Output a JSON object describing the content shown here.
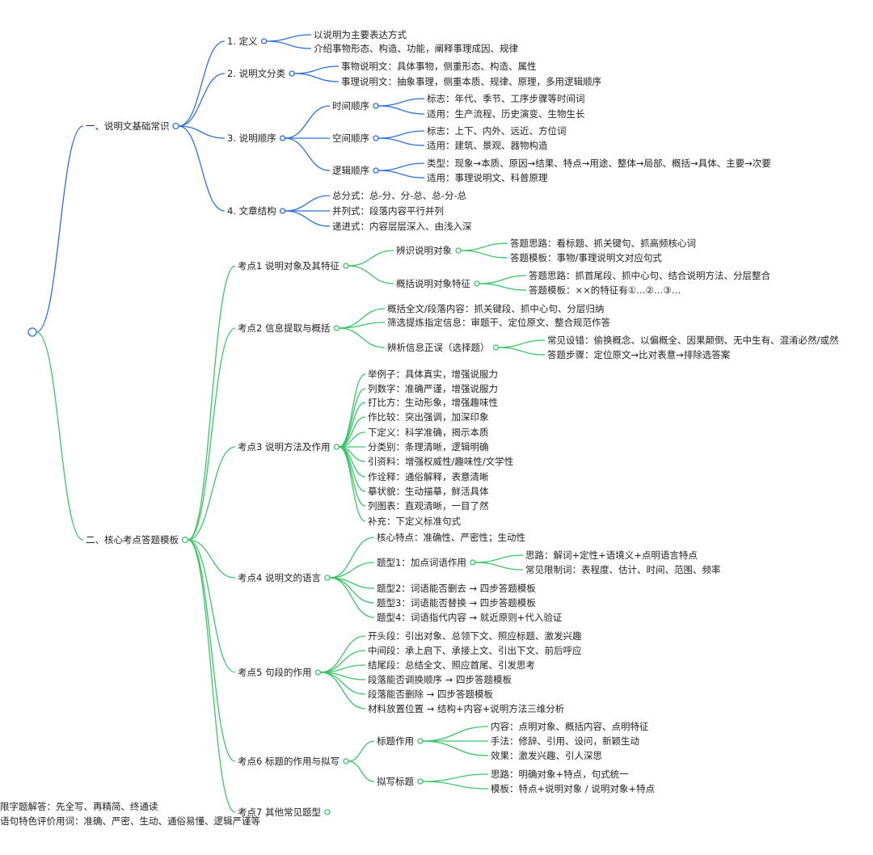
{
  "colors": {
    "blue": "#2f6fd8",
    "green": "#3cc468",
    "text": "#222222"
  },
  "mindmap": {
    "branches": [
      {
        "label": "一、说明文基础常识",
        "color": "blue",
        "children": [
          {
            "label": "1. 定义",
            "children": [
              {
                "label": "以说明为主要表达方式"
              },
              {
                "label": "介绍事物形态、构造、功能，阐释事理成因、规律"
              }
            ]
          },
          {
            "label": "2. 说明文分类",
            "children": [
              {
                "label": "事物说明文：具体事物，侧重形态、构造、属性"
              },
              {
                "label": "事理说明文：抽象事理，侧重本质、规律、原理，多用逻辑顺序"
              }
            ]
          },
          {
            "label": "3. 说明顺序",
            "children": [
              {
                "label": "时间顺序",
                "children": [
                  {
                    "label": "标志：年代、季节、工序步骤等时间词"
                  },
                  {
                    "label": "适用：生产流程、历史演变、生物生长"
                  }
                ]
              },
              {
                "label": "空间顺序",
                "children": [
                  {
                    "label": "标志：上下、内外、远近、方位词"
                  },
                  {
                    "label": "适用：建筑、景观、器物构造"
                  }
                ]
              },
              {
                "label": "逻辑顺序",
                "children": [
                  {
                    "label": "类型：现象→本质、原因→结果、特点→用途、整体→局部、概括→具体、主要→次要"
                  },
                  {
                    "label": "适用：事理说明文、科普原理"
                  }
                ]
              }
            ]
          },
          {
            "label": "4. 文章结构",
            "children": [
              {
                "label": "总分式：总-分、分-总、总-分-总"
              },
              {
                "label": "并列式：段落内容平行并列"
              },
              {
                "label": "递进式：内容层层深入、由浅入深"
              }
            ]
          }
        ]
      },
      {
        "label": "二、核心考点答题模板",
        "color": "green",
        "children": [
          {
            "label": "考点1 说明对象及其特征",
            "children": [
              {
                "label": "辨识说明对象",
                "children": [
                  {
                    "label": "答题思路：看标题、抓关键句、抓高频核心词"
                  },
                  {
                    "label": "答题模板：事物/事理说明文对应句式"
                  }
                ]
              },
              {
                "label": "概括说明对象特征",
                "children": [
                  {
                    "label": "答题思路：抓首尾段、抓中心句、结合说明方法、分层整合"
                  },
                  {
                    "label": "答题模板：××的特征有①…②…③…"
                  }
                ]
              }
            ]
          },
          {
            "label": "考点2 信息提取与概括",
            "children": [
              {
                "label": "概括全文/段落内容：抓关键段、抓中心句、分层归纳"
              },
              {
                "label": "筛选提炼指定信息：审题干、定位原文、整合规范作答"
              },
              {
                "label": "辨析信息正误（选择题）",
                "children": [
                  {
                    "label": "常见设错：偷换概念、以偏概全、因果颠倒、无中生有、混淆必然/或然"
                  },
                  {
                    "label": "答题步骤：定位原文→比对表意→排除选答案"
                  }
                ]
              }
            ]
          },
          {
            "label": "考点3 说明方法及作用",
            "children": [
              {
                "label": "举例子：具体真实，增强说服力"
              },
              {
                "label": "列数字：准确严谨，增强说服力"
              },
              {
                "label": "打比方：生动形象，增强趣味性"
              },
              {
                "label": "作比较：突出强调，加深印象"
              },
              {
                "label": "下定义：科学准确，揭示本质"
              },
              {
                "label": "分类别：条理清晰，逻辑明确"
              },
              {
                "label": "引资料：增强权威性/趣味性/文学性"
              },
              {
                "label": "作诠释：通俗解释，表意清晰"
              },
              {
                "label": "摹状貌：生动描摹，鲜活具体"
              },
              {
                "label": "列图表：直观清晰，一目了然"
              },
              {
                "label": "补充：下定义标准句式"
              }
            ]
          },
          {
            "label": "考点4 说明文的语言",
            "children": [
              {
                "label": "核心特点：准确性、严密性；生动性"
              },
              {
                "label": "题型1：加点词语作用",
                "children": [
                  {
                    "label": "思路：解词+定性+语境义+点明语言特点"
                  },
                  {
                    "label": "常见限制词：表程度、估计、时间、范围、频率"
                  }
                ]
              },
              {
                "label": "题型2：词语能否删去 → 四步答题模板"
              },
              {
                "label": "题型3：词语能否替换 → 四步答题模板"
              },
              {
                "label": "题型4：词语指代内容 → 就近原则+代入验证"
              }
            ]
          },
          {
            "label": "考点5 句段的作用",
            "children": [
              {
                "label": "开头段：引出对象、总领下文、照应标题、激发兴趣"
              },
              {
                "label": "中间段：承上启下、承接上文、引出下文、前后呼应"
              },
              {
                "label": "结尾段：总结全文、照应首尾、引发思考"
              },
              {
                "label": "段落能否调换顺序 → 四步答题模板"
              },
              {
                "label": "段落能否删除 → 四步答题模板"
              },
              {
                "label": "材料放置位置 → 结构+内容+说明方法三维分析"
              }
            ]
          },
          {
            "label": "考点6 标题的作用与拟写",
            "children": [
              {
                "label": "标题作用",
                "children": [
                  {
                    "label": "内容：点明对象、概括内容、点明特征"
                  },
                  {
                    "label": "手法：修辞、引用、设问，新颖生动"
                  },
                  {
                    "label": "效果：激发兴趣、引人深思"
                  }
                ]
              },
              {
                "label": "拟写标题",
                "children": [
                  {
                    "label": "思路：明确对象+特点，句式统一"
                  },
                  {
                    "label": "模板：特点+说明对象 / 说明对象+特点"
                  }
                ]
              }
            ]
          },
          {
            "label": "考点7 其他常见题型",
            "children": [
              {
                "label": "限字题解答：先全写、再精简、终通读"
              },
              {
                "label": "语句特色评价用词：准确、严密、生动、通俗易懂、逻辑严谨等"
              }
            ]
          }
        ]
      }
    ]
  }
}
